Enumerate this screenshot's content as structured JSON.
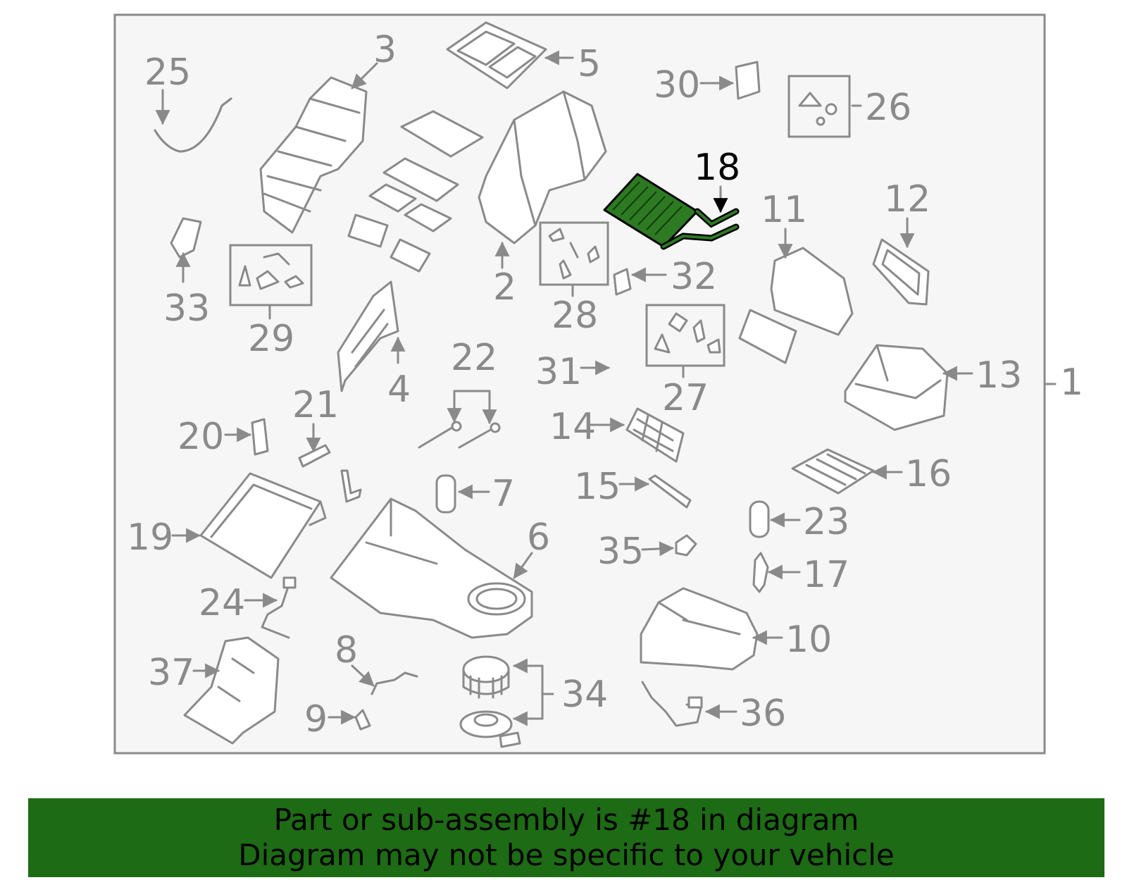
{
  "highlighted_part": "18",
  "colors": {
    "highlight": "#2d7a22",
    "footer_bg": "#1d6b14",
    "part_lines": "#8a8a8a",
    "panel_bg": "#f6f6f6"
  },
  "callouts": {
    "c1": "1",
    "c2": "2",
    "c3": "3",
    "c4": "4",
    "c5": "5",
    "c6": "6",
    "c7": "7",
    "c8": "8",
    "c9": "9",
    "c10": "10",
    "c11": "11",
    "c12": "12",
    "c13": "13",
    "c14": "14",
    "c15": "15",
    "c16": "16",
    "c17": "17",
    "c18": "18",
    "c19": "19",
    "c20": "20",
    "c21": "21",
    "c22": "22",
    "c23": "23",
    "c24": "24",
    "c25": "25",
    "c26": "26",
    "c27": "27",
    "c28": "28",
    "c29": "29",
    "c30": "30",
    "c31": "31",
    "c32": "32",
    "c33": "33",
    "c34": "34",
    "c35": "35",
    "c36": "36",
    "c37": "37"
  },
  "footer": {
    "line1": "Part or sub-assembly is #18 in diagram",
    "line2": "Diagram may not be specific to your vehicle"
  }
}
